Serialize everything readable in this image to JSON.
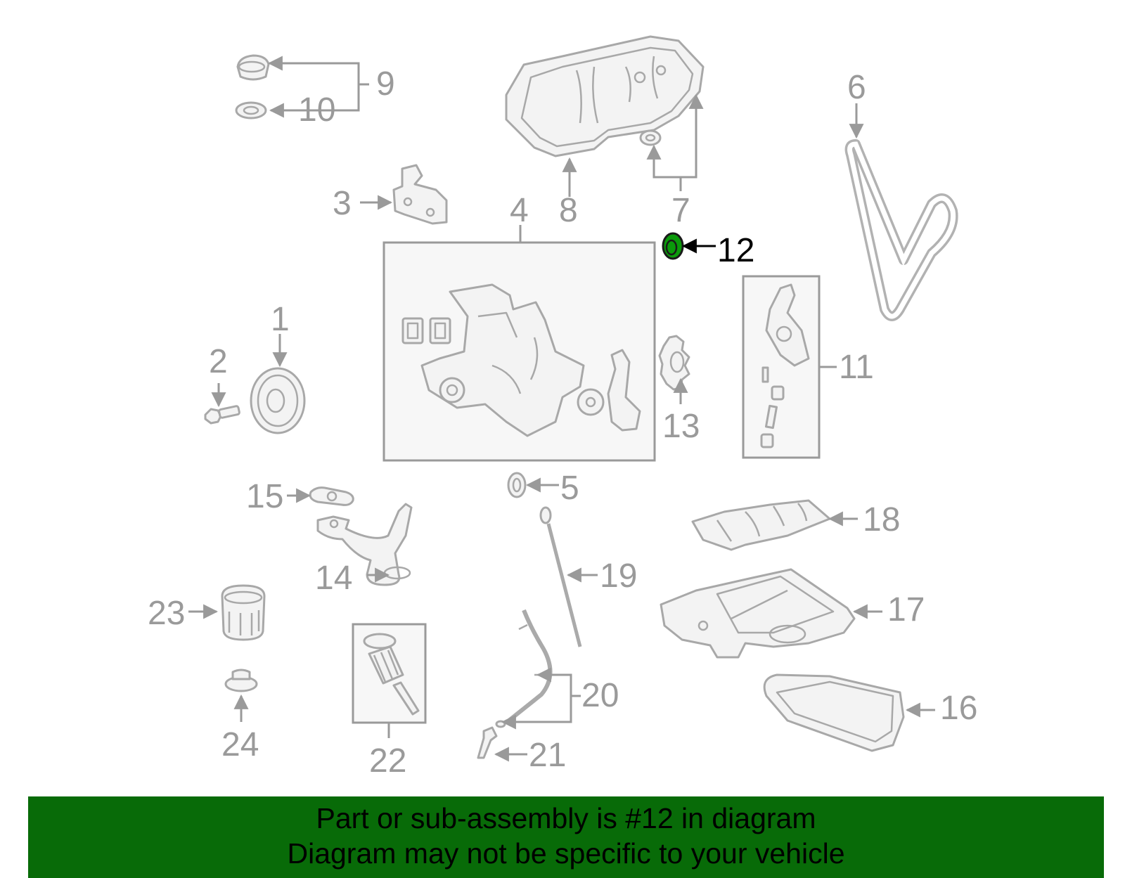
{
  "colors": {
    "banner_bg": "#086b08",
    "highlight_part": "#0b9a0b",
    "line_gray": "#9a9a9a"
  },
  "callouts": {
    "c1": "1",
    "c2": "2",
    "c3": "3",
    "c4": "4",
    "c5": "5",
    "c6": "6",
    "c7": "7",
    "c8": "8",
    "c9": "9",
    "c10": "10",
    "c11": "11",
    "c12": "12",
    "c13": "13",
    "c14": "14",
    "c15": "15",
    "c16": "16",
    "c17": "17",
    "c18": "18",
    "c19": "19",
    "c20": "20",
    "c21": "21",
    "c22": "22",
    "c23": "23",
    "c24": "24"
  },
  "highlighted_callout": "12",
  "banner": {
    "line1": "Part or sub-assembly is #12 in diagram",
    "line2": "Diagram may not be specific to your vehicle"
  }
}
